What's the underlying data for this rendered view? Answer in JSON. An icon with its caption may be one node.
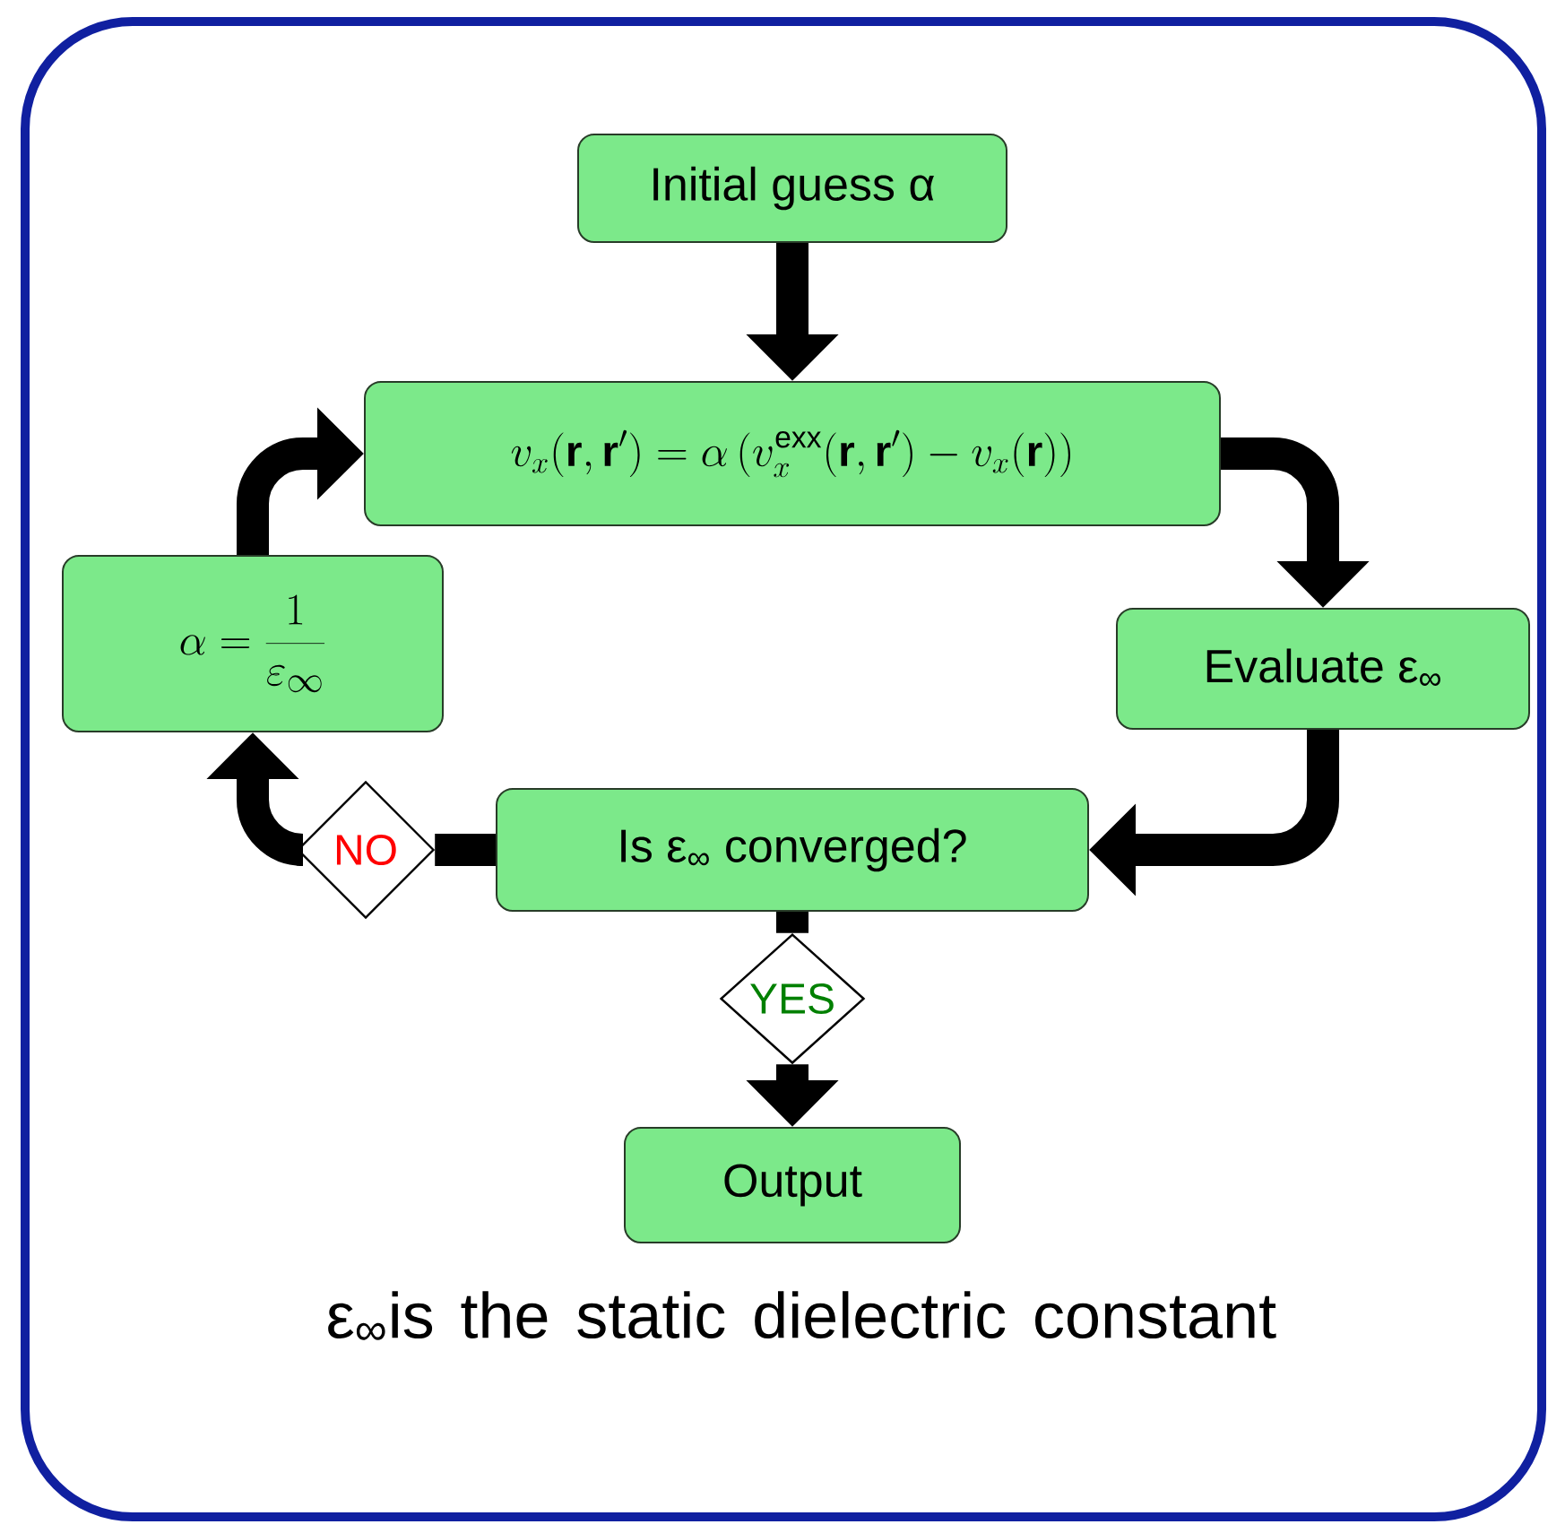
{
  "diagram": {
    "caption": "ε$_{∞}$is the static dielectric constant",
    "nodes": [
      {
        "text": [
          "Initial guess α"
        ]
      },
      {
        "text": [
          "v_x(\\mathbf{r},\\mathbf{r}') = \\alpha\\left(v_x^{\\mathrm{exx}}(\\mathbf{r},\\mathbf{r}') - v_x(\\mathbf{r})\\right)"
        ]
      },
      {
        "text": [
          "Evaluate ε$_{∞}$"
        ]
      },
      {
        "text": [
          "Is ε$_{∞}$ converged?"
        ]
      },
      {
        "text": [
          "\\alpha = \\frac{1}{\\varepsilon_\\infty}"
        ]
      },
      {
        "text": [
          "Output"
        ]
      },
      {
        "text": [
          "NO"
        ]
      },
      {
        "text": [
          "YES"
        ]
      }
    ],
    "edges": [
      {
        "from": 0,
        "to": 1,
        "arrow": "to"
      },
      {
        "from": 1,
        "to": 2,
        "arrow": "to"
      },
      {
        "from": 2,
        "to": 3,
        "arrow": "to"
      },
      {
        "from": 3,
        "to": 6,
        "arrow": "none"
      },
      {
        "from": 6,
        "to": 4,
        "arrow": "to"
      },
      {
        "from": 4,
        "to": 1,
        "arrow": "to"
      },
      {
        "from": 3,
        "to": 7,
        "arrow": "none"
      },
      {
        "from": 7,
        "to": 5,
        "arrow": "to"
      }
    ]
  }
}
